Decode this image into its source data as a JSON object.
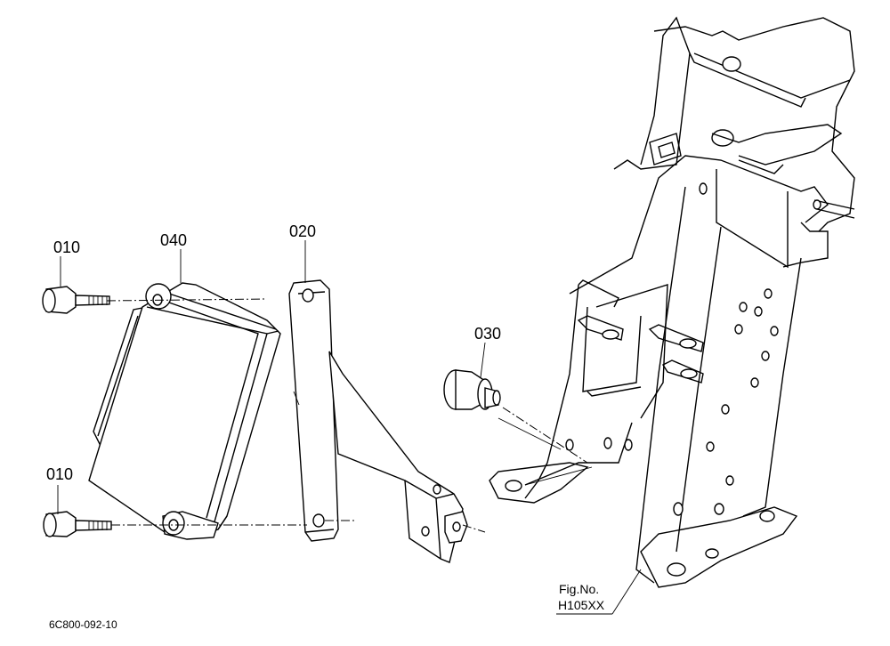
{
  "parts": {
    "bolt_upper": "010",
    "bolt_lower": "010",
    "controller": "040",
    "bracket": "020",
    "nut": "030"
  },
  "figure": {
    "line1": "Fig.No.",
    "line2": "H105XX"
  },
  "drawing_code": "6C800-092-10"
}
